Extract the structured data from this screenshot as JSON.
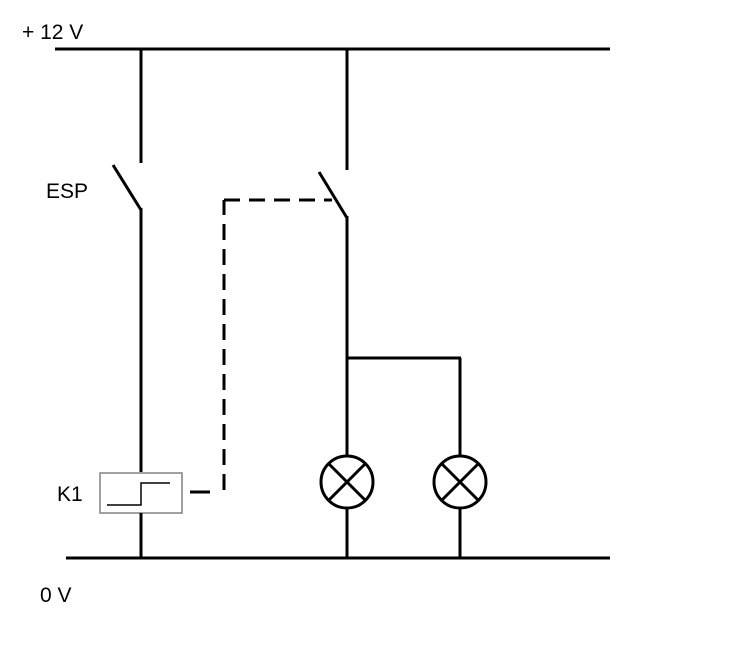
{
  "labels": {
    "supply": "+ 12 V",
    "ground": "0 V",
    "switch": "ESP",
    "relay": "K1"
  },
  "colors": {
    "ink": "#000000",
    "relay_box": "#808080",
    "background": "#ffffff"
  },
  "components": {
    "switches": [
      "ESP switch",
      "relay contact"
    ],
    "relay": "K1 time relay coil",
    "lamps": [
      "lamp 1",
      "lamp 2"
    ]
  }
}
